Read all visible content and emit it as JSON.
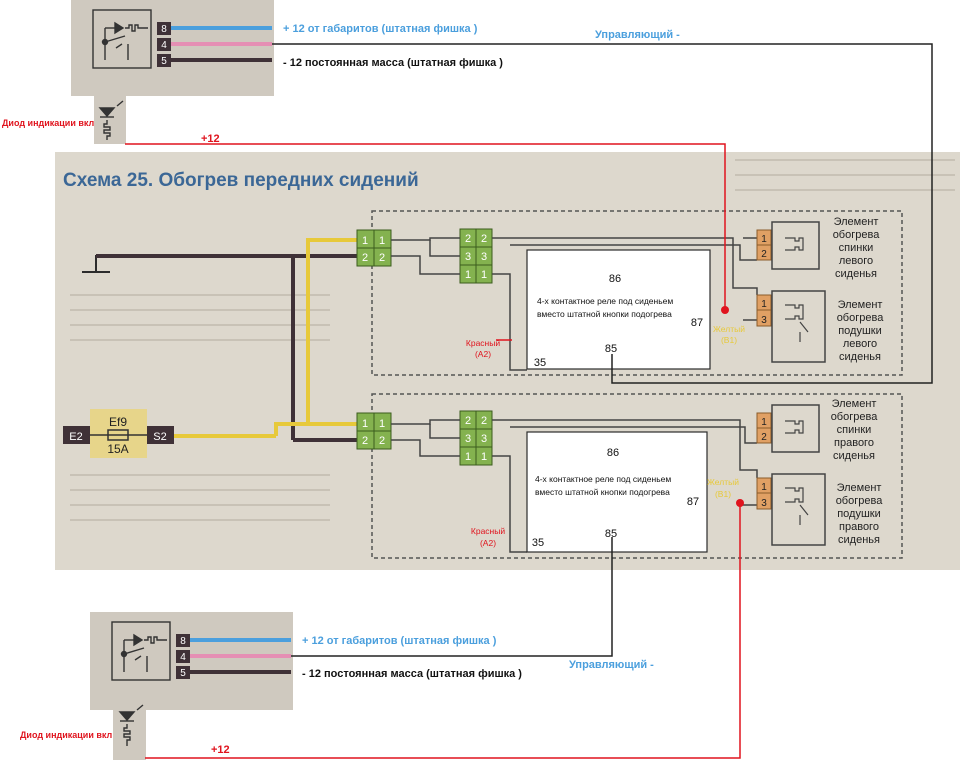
{
  "colors": {
    "paper": "#ddd8cd",
    "panel": "#cfc9bf",
    "wire_dark": "#3f3137",
    "wire_yellow": "#e7c93a",
    "wire_blue": "#4b9fdd",
    "wire_pink": "#e58fb4",
    "red": "#e0141e",
    "conn_green": "#84b24f",
    "conn_orange": "#e0a064",
    "title_blue": "#3b6796"
  },
  "title": "Схема 25. Обогрев передних сидений",
  "fuse": {
    "id": "Ef9",
    "rating": "15A",
    "left_pin": "E2",
    "right_pin": "S2"
  },
  "top_switch": {
    "pins": [
      "8",
      "4",
      "5"
    ],
    "label_plus": "+ 12 от габаритов (штатная фишка )",
    "label_mass": "- 12 постоянная масса (штатная фишка )",
    "control_label": "Управляющий -",
    "diode_label": "Диод индикации вкл",
    "plus12": "+12"
  },
  "bottom_switch": {
    "pins": [
      "8",
      "4",
      "5"
    ],
    "label_plus": "+ 12 от габаритов (штатная фишка )",
    "label_mass": "- 12 постоянная масса (штатная фишка )",
    "control_label": "Управляющий -",
    "diode_label": "Диод индикации вкл",
    "plus12": "+12"
  },
  "relay_top": {
    "pin_86": "86",
    "pin_87": "87",
    "pin_85": "85",
    "pin_35": "35",
    "text_line1": "4-х контактное реле под сиденьем",
    "text_line2": "вместо штатной кнопки подогрева",
    "red_label_1": "Красный",
    "red_label_2": "(A2)",
    "yellow_label_1": "Желтый",
    "yellow_label_2": "(B1)"
  },
  "relay_bottom": {
    "pin_86": "86",
    "pin_87": "87",
    "pin_85": "85",
    "pin_35": "35",
    "text_line1": "4-х контактное реле под сиденьем",
    "text_line2": "вместо штатной кнопки подогрева",
    "red_label_1": "Красный",
    "red_label_2": "(A2)",
    "yellow_label_1": "Желтый",
    "yellow_label_2": "(B1)"
  },
  "connectors": {
    "big": [
      "1",
      "1",
      "2",
      "2"
    ],
    "small": [
      "2",
      "2",
      "3",
      "3",
      "1",
      "1"
    ],
    "element": [
      "1",
      "2"
    ],
    "element_cushion": [
      "1",
      "3"
    ]
  },
  "elements": {
    "top_back": [
      "Элемент",
      "обогрева",
      "спинки",
      "левого",
      "сиденья"
    ],
    "top_cushion": [
      "Элемент",
      "обогрева",
      "подушки",
      "левого",
      "сиденья"
    ],
    "bottom_back": [
      "Элемент",
      "обогрева",
      "спинки",
      "правого",
      "сиденья"
    ],
    "bottom_cushion": [
      "Элемент",
      "обогрева",
      "подушки",
      "правого",
      "сиденья"
    ]
  }
}
